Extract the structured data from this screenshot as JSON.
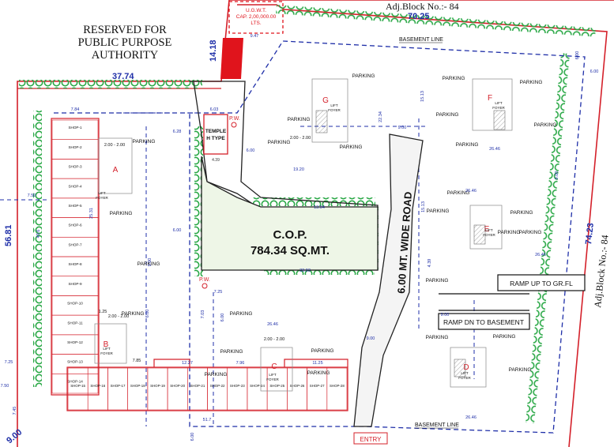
{
  "plot": {
    "reserved_line1": "RESERVED FOR",
    "reserved_line2": "PUBLIC PURPOSE",
    "reserved_line3": "AUTHORITY",
    "adj_block_top": "Adj.Block No.:- 84",
    "adj_block_right": "Adj.Block No.:- 84",
    "dim_top": "70.25",
    "dim_left_top": "37.74",
    "dim_strip": "14.18",
    "dim_left": "56.81",
    "dim_right": "74.23",
    "dim_corner": "9.00"
  },
  "ugwt": {
    "line1": "U.G.W.T.",
    "line2": "CAP. 2,00,000.00",
    "line3": "LTS."
  },
  "cop": {
    "line1": "C.O.P.",
    "line2": "784.34 SQ.MT."
  },
  "road": {
    "label": "6.00 MT. WIDE ROAD",
    "entry": "ENTRY"
  },
  "ramps": {
    "up": "RAMP UP TO GR.FL",
    "down": "RAMP DN TO BASEMENT"
  },
  "basement_line": "BASEMENT LINE",
  "temple": {
    "line1": "TEMPLE",
    "line2": "H TYPE",
    "dim": "4.39",
    "pw_top": "P.W.",
    "pw_bottom": "P.W."
  },
  "blocks": {
    "A": "A",
    "B": "B",
    "C": "C",
    "D": "D",
    "E": "E",
    "F": "F",
    "G": "G"
  },
  "parking": "PARKING",
  "lift": "LIFT",
  "foyer": "FOYER",
  "dims": {
    "d784": "7.84",
    "d603": "6.03",
    "d947": "9.47",
    "d628": "6.28",
    "d600a": "6.00",
    "d750": "7.50",
    "d2531": "25.31",
    "d498": "49.6",
    "d600b": "6.00",
    "d900a": "9.00",
    "d725": "7.25",
    "d725b": "7.25",
    "d703": "7.03",
    "d2646": "26.46",
    "d1227": "12.27",
    "d796": "7.96",
    "d1125": "11.25",
    "d517": "51.7",
    "d3393": "33.93",
    "d2234": "22.34",
    "d1513": "15.13",
    "d2646b": "26.46",
    "d2646c": "26.46",
    "d900b": "9.00",
    "d900c": "9.00",
    "d2646d": "26.46",
    "d1920": "19.20",
    "d1513b": "15.13",
    "d2646e": "26.46",
    "d600c": "6.00",
    "d900d": "9.00",
    "d600d": "6.00",
    "d439": "4.39",
    "d1304": "13.04",
    "d600e": "6.00",
    "d600f": "6.00",
    "d750b": "7.50",
    "d745": "7.45",
    "d600g": "6.00",
    "d900e": "9.00",
    "d200a": "2.00 - 2.00",
    "d200b": "2.00 - 2.00",
    "d200c": "2.00 - 2.00",
    "d200d": "2.00 - 2.00",
    "d125": "1.25",
    "d785": "7.85"
  },
  "shops_left": [
    "SHOP-1",
    "SHOP-2",
    "SHOP-3",
    "SHOP-4",
    "SHOP-5",
    "SHOP-6",
    "SHOP-7",
    "SHOP-8",
    "SHOP-9",
    "SHOP-10",
    "SHOP-11",
    "SHOP-12",
    "SHOP-13",
    "SHOP-14"
  ],
  "shops_bottom": [
    "SHOP-15",
    "SHOP-16",
    "SHOP-17",
    "SHOP-18",
    "SHOP-19",
    "SHOP-20",
    "SHOP-21",
    "SHOP-22",
    "SHOP-23",
    "SHOP-24",
    "SHOP-25",
    "SHOP-26",
    "SHOP-27",
    "SHOP-28"
  ],
  "colors": {
    "plot_boundary": "#d4202a",
    "basement_line": "#1f2fa8",
    "tree": "#2aa846",
    "shop_red": "#d4202a",
    "ugwt_red": "#e0141c",
    "structure": "#222222"
  }
}
